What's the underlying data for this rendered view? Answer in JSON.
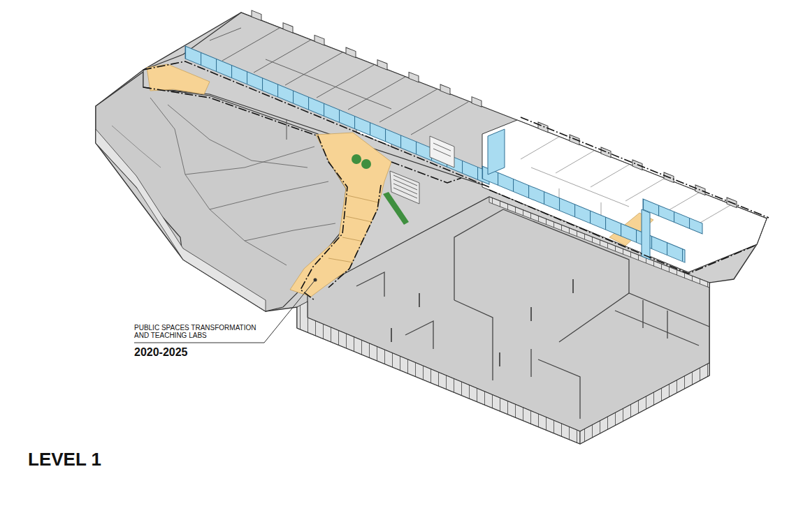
{
  "diagram": {
    "title": "LEVEL 1",
    "labels": [
      "PUBLIC SPACES TRANSFORMATION AND TEACHING LABS",
      "2020-2025"
    ]
  }
}
